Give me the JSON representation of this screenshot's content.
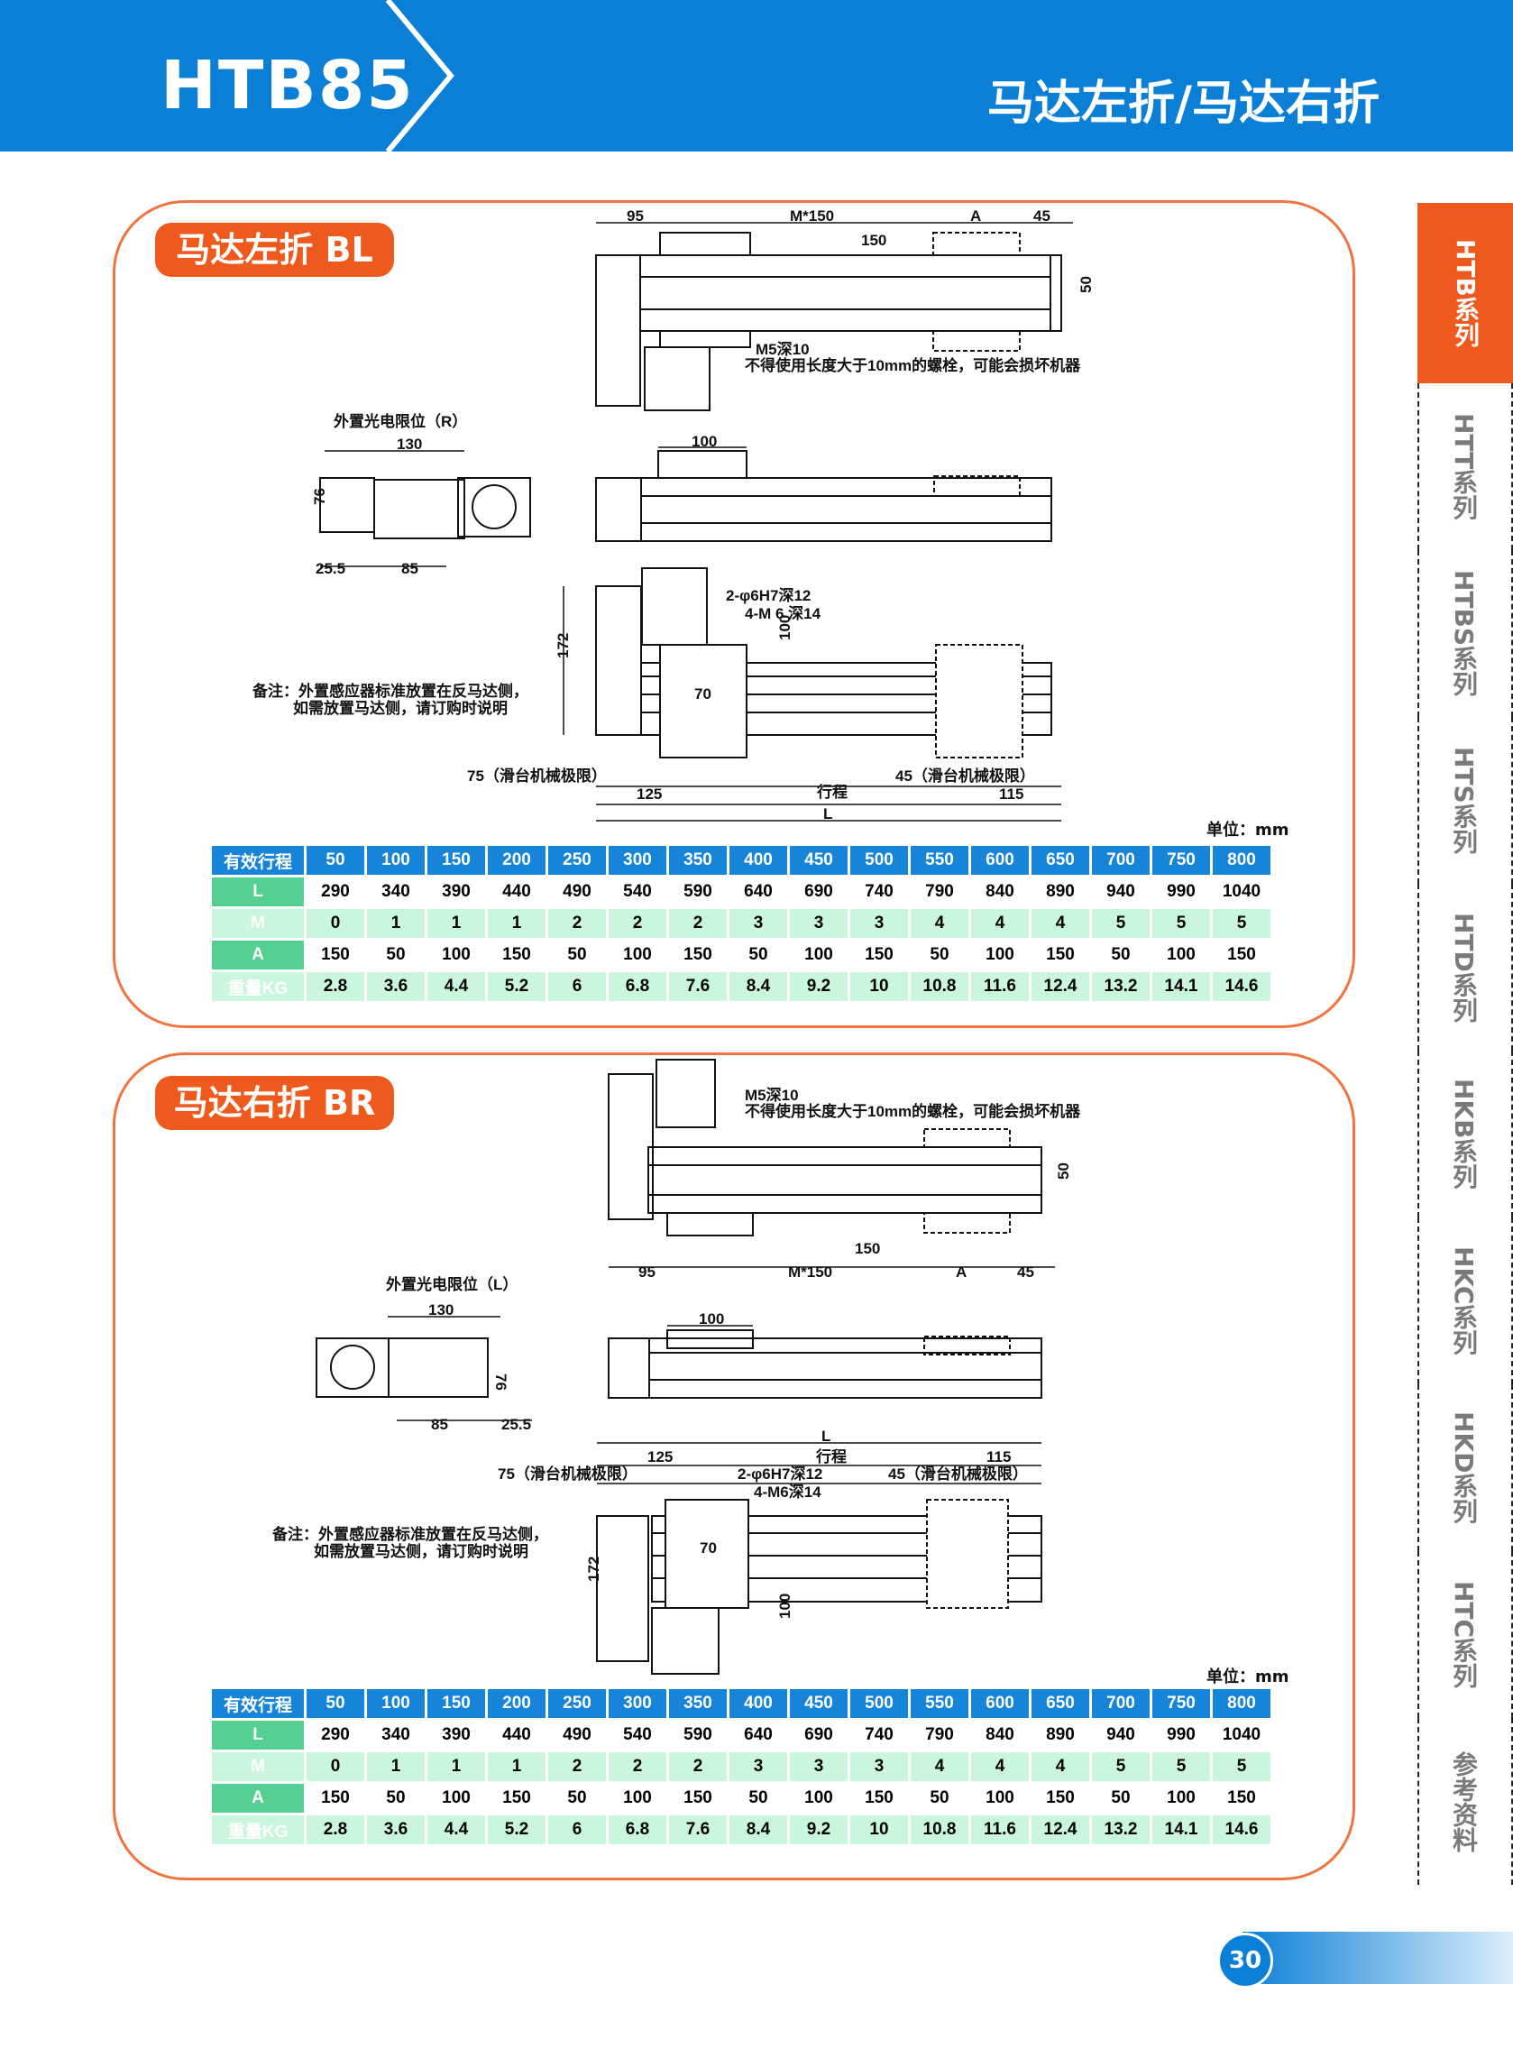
{
  "header": {
    "model": "HTB85",
    "title": "马达左折/马达右折"
  },
  "sidebar": {
    "tabs": [
      "HTB系列",
      "HTT系列",
      "HTBS系列",
      "HTS系列",
      "HTD系列",
      "HKB系列",
      "HKC系列",
      "HKD系列",
      "HTC系列",
      "参考资料"
    ],
    "active": "HTB系列"
  },
  "colors": {
    "brand_blue": "#0b7fd6",
    "accent_orange": "#ee5a1d",
    "table_green": "#55cf92",
    "row_alt": "#c9f6dc"
  },
  "page_number": "30",
  "sections": [
    {
      "badge": "马达左折 BL",
      "unit": "单位：mm",
      "labels": {
        "top_95": "95",
        "top_m150": "M*150",
        "top_a": "A",
        "top_45": "45",
        "top_150": "150",
        "top_50": "50",
        "m5": "M5深10",
        "warning": "不得使用长度大于10mm的螺栓，可能会损坏机器",
        "side_100": "100",
        "limit_sensor": "外置光电限位（R）",
        "end_130": "130",
        "end_76": "76",
        "end_255": "25.5",
        "end_85": "85",
        "pin": "2-φ6H7深12",
        "screw": "4-M 6 深14",
        "bot_100": "100",
        "bot_172": "172",
        "bot_70": "70",
        "note1": "备注：外置感应器标准放置在反马达侧，",
        "note2": "如需放置马达侧，请订购时说明",
        "limit75": "75（滑台机械极限）",
        "limit45": "45（滑台机械极限）",
        "d125": "125",
        "stroke": "行程",
        "d115": "115",
        "L": "L"
      }
    },
    {
      "badge": "马达右折 BR",
      "unit": "单位：mm",
      "labels": {
        "top_95": "95",
        "top_m150": "M*150",
        "top_a": "A",
        "top_45": "45",
        "top_150": "150",
        "top_50": "50",
        "m5": "M5深10",
        "warning": "不得使用长度大于10mm的螺栓，可能会损坏机器",
        "side_100": "100",
        "limit_sensor": "外置光电限位（L）",
        "end_130": "130",
        "end_76": "76",
        "end_255": "25.5",
        "end_85": "85",
        "pin": "2-φ6H7深12",
        "screw": "4-M6深14",
        "bot_100": "100",
        "bot_172": "172",
        "bot_70": "70",
        "note1": "备注：外置感应器标准放置在反马达侧，",
        "note2": "如需放置马达侧，请订购时说明",
        "limit75": "75（滑台机械极限）",
        "limit45": "45（滑台机械极限）",
        "d125": "125",
        "stroke": "行程",
        "d115": "115",
        "L": "L"
      }
    }
  ],
  "spec_table": {
    "header": [
      "有效行程",
      "50",
      "100",
      "150",
      "200",
      "250",
      "300",
      "350",
      "400",
      "450",
      "500",
      "550",
      "600",
      "650",
      "700",
      "750",
      "800"
    ],
    "rows": [
      [
        "L",
        "290",
        "340",
        "390",
        "440",
        "490",
        "540",
        "590",
        "640",
        "690",
        "740",
        "790",
        "840",
        "890",
        "940",
        "990",
        "1040"
      ],
      [
        "M",
        "0",
        "1",
        "1",
        "1",
        "2",
        "2",
        "2",
        "3",
        "3",
        "3",
        "4",
        "4",
        "4",
        "5",
        "5",
        "5"
      ],
      [
        "A",
        "150",
        "50",
        "100",
        "150",
        "50",
        "100",
        "150",
        "50",
        "100",
        "150",
        "50",
        "100",
        "150",
        "50",
        "100",
        "150"
      ],
      [
        "重量KG",
        "2.8",
        "3.6",
        "4.4",
        "5.2",
        "6",
        "6.8",
        "7.6",
        "8.4",
        "9.2",
        "10",
        "10.8",
        "11.6",
        "12.4",
        "13.2",
        "14.1",
        "14.6"
      ]
    ]
  }
}
